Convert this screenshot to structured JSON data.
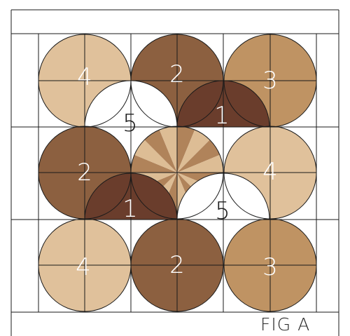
{
  "colors": {
    "outline": "#1a1a1a",
    "fabric_1": "#6a3d2c",
    "fabric_2": "#8c6040",
    "fabric_3": "#bf9363",
    "fabric_4": "#e0c19b",
    "fabric_5": "#ffffff",
    "star_dark": "#b0835a",
    "star_light": "#ddbd95",
    "label_light": "#ffffff",
    "label_dark": "#1c1c1c"
  },
  "circles": [
    {
      "name": "circle-a1",
      "fabric": "4",
      "label": "4"
    },
    {
      "name": "circle-a2",
      "fabric": "2",
      "label": "2"
    },
    {
      "name": "circle-a3",
      "fabric": "3",
      "label": "3"
    },
    {
      "name": "circle-b1",
      "fabric": "2",
      "label": "2"
    },
    {
      "name": "circle-b2",
      "fabric": "4",
      "label": "4"
    },
    {
      "name": "circle-c1",
      "fabric": "4",
      "label": "4"
    },
    {
      "name": "circle-c2",
      "fabric": "2",
      "label": "2"
    },
    {
      "name": "circle-c3",
      "fabric": "3",
      "label": "3"
    }
  ],
  "half_circles": [
    {
      "name": "half-circle-top-left",
      "fabric": "5",
      "label": "5"
    },
    {
      "name": "half-circle-top-right",
      "fabric": "1",
      "label": "1"
    },
    {
      "name": "half-circle-bottom-left",
      "fabric": "1",
      "label": "1"
    },
    {
      "name": "half-circle-bottom-right",
      "fabric": "5",
      "label": "5"
    }
  ],
  "center_star": {
    "wedges": 16
  },
  "caption": "FIG A"
}
